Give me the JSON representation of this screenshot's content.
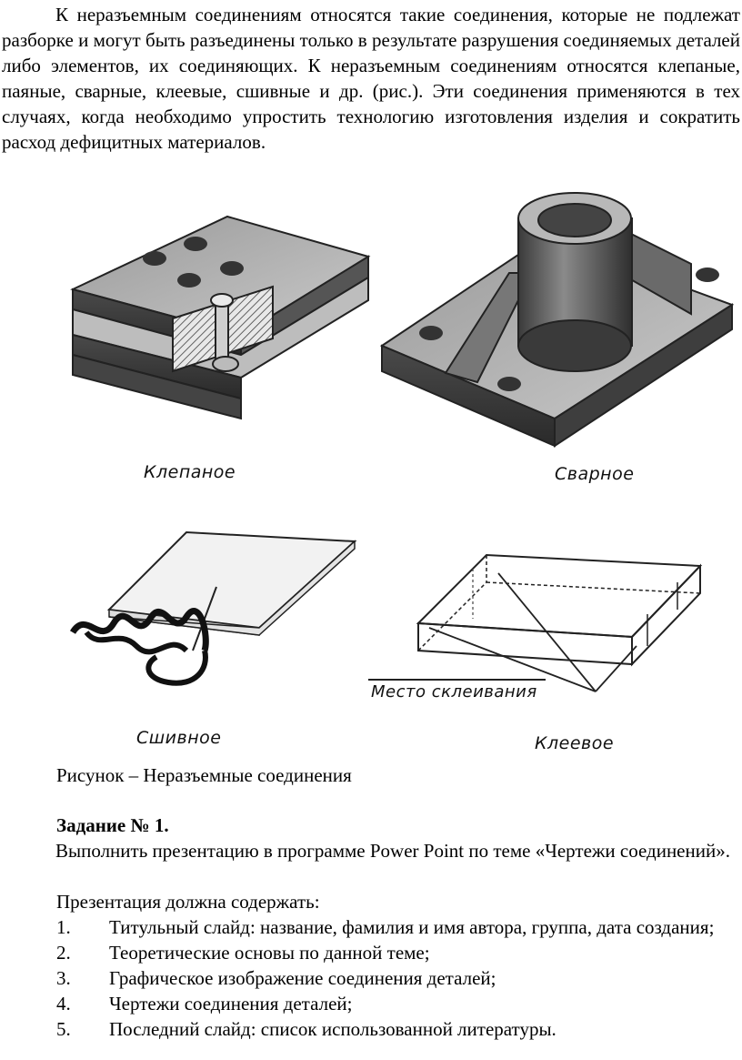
{
  "intro": "К неразъемным соединениям относятся такие соединения, которые не подлежат разборке и могут быть разъединены только в результате разрушения соединяемых деталей либо элементов, их соединяющих. К неразъемным соединениям относятся клепаные, паяные, сварные, клеевые, сшивные и др. (рис.). Эти соединения применяются в тех случаях, когда необходимо упростить технологию изготовления изделия и сократить расход дефицитных материалов.",
  "figure": {
    "labels": {
      "riveted": "Клепаное",
      "welded": "Сварное",
      "sewn": "Сшивное",
      "glued": "Клеевое",
      "glue_place": "Место склеивания"
    },
    "caption": "Рисунок – Неразъемные соединения"
  },
  "task": {
    "heading": "Задание № 1.",
    "text": "Выполнить презентацию в программе Power Point по теме «Чертежи соединений».",
    "must_contain": "Презентация должна содержать:",
    "items": [
      {
        "num": "1.",
        "text": "Титульный слайд: название, фамилия и имя автора, группа, дата создания;"
      },
      {
        "num": "2.",
        "text": "Теоретические основы по данной теме;"
      },
      {
        "num": "3.",
        "text": "Графическое изображение соединения деталей;"
      },
      {
        "num": "4.",
        "text": "Чертежи соединения деталей;"
      },
      {
        "num": "5.",
        "text": "Последний слайд: список использованной литературы."
      }
    ]
  }
}
